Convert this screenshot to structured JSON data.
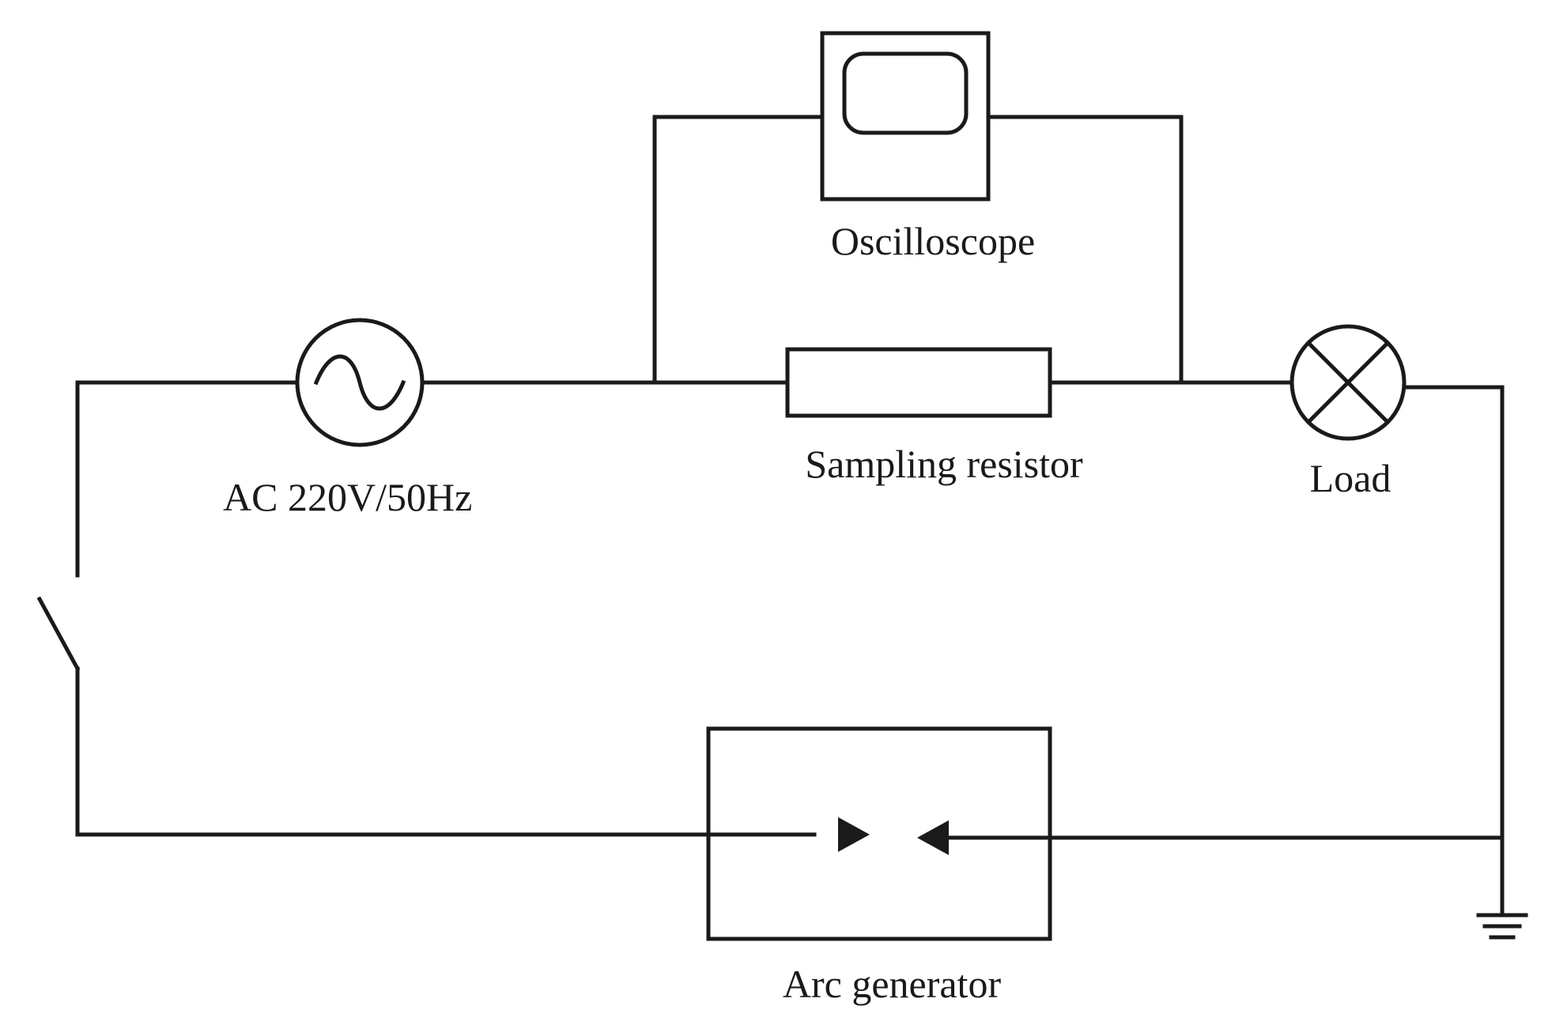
{
  "labels": {
    "oscilloscope": "Oscilloscope",
    "sampling_resistor": "Sampling resistor",
    "ac_source": "AC 220V/50Hz",
    "load": "Load",
    "arc_generator": "Arc generator"
  },
  "colors": {
    "line": "#1a1a1a",
    "background": "#ffffff"
  },
  "icons": {
    "ac_source": "ac-sine-source-icon",
    "load": "lamp-cross-icon",
    "ground": "ground-icon",
    "switch": "open-switch-icon",
    "oscilloscope": "oscilloscope-screen-icon"
  }
}
